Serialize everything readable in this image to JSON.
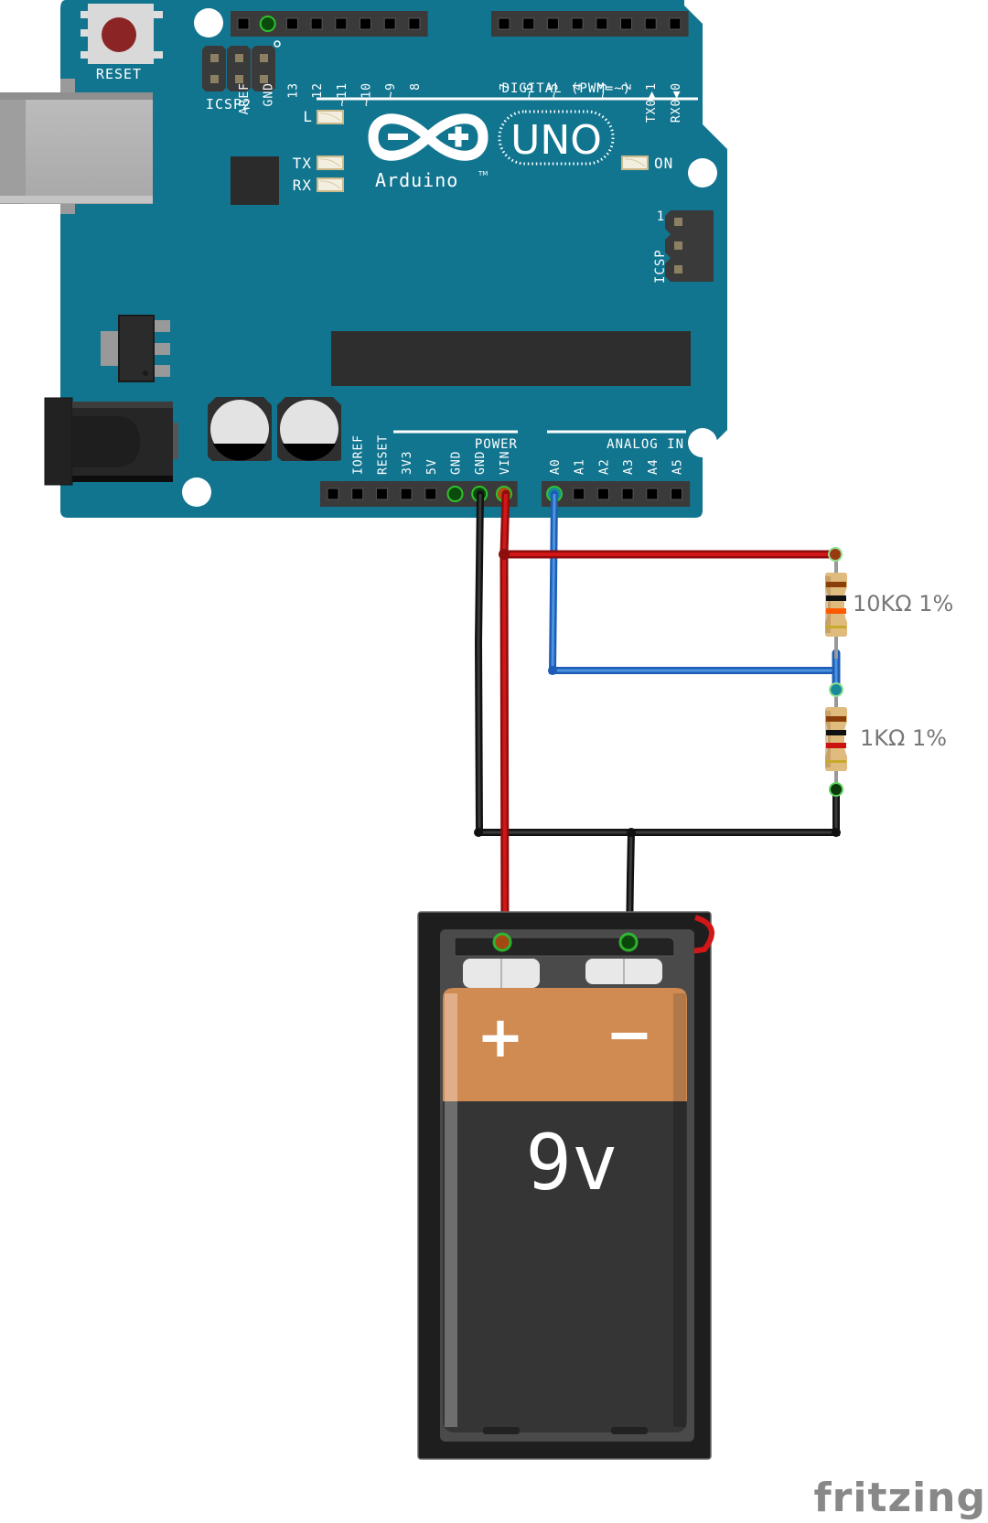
{
  "board": {
    "name": "Arduino",
    "trademark": "TM",
    "model": "UNO",
    "colors": {
      "pcb": "#127590",
      "header": "#3a3a3a",
      "silkscreen": "#ffffff"
    },
    "reset_label": "RESET",
    "icsp2_label": "ICSP2",
    "icsp_label": "ICSP",
    "icsp_pin1": "1",
    "digital_section_label": "DIGITAL (PWM=~)",
    "power_section_label": "POWER",
    "analog_section_label": "ANALOG IN",
    "leds": [
      {
        "id": "L",
        "label": "L"
      },
      {
        "id": "TX",
        "label": "TX"
      },
      {
        "id": "RX",
        "label": "RX"
      },
      {
        "id": "ON",
        "label": "ON"
      }
    ],
    "digital_header_1": [
      "AREF",
      "GND",
      "13",
      "12",
      "~11",
      "~10",
      "~9",
      "8"
    ],
    "digital_header_2": [
      "7",
      "~6",
      "~5",
      "4",
      "~3",
      "2",
      "TX0▶1",
      "RX0◀0"
    ],
    "power_header": [
      "",
      "IOREF",
      "RESET",
      "3V3",
      "5V",
      "GND",
      "GND",
      "VIN"
    ],
    "analog_header": [
      "A0",
      "A1",
      "A2",
      "A3",
      "A4",
      "A5"
    ],
    "connected_pins": [
      "GND (top)",
      "GND (power)",
      "VIN",
      "A0"
    ]
  },
  "resistors": [
    {
      "id": "R1",
      "label": "10KΩ 1%",
      "bands": [
        "#8a3f0a",
        "#111111",
        "#ff5a00",
        "#c8a92a"
      ]
    },
    {
      "id": "R2",
      "label": "1KΩ 1%",
      "bands": [
        "#8a3f0a",
        "#111111",
        "#cc1111",
        "#c8a92a"
      ]
    }
  ],
  "battery": {
    "label": "9v",
    "positive_symbol": "+",
    "negative_symbol": "−",
    "colors": {
      "top": "#d08b52",
      "body": "#353535",
      "holder": "#1e1e1e"
    }
  },
  "wires": [
    {
      "id": "vin-wire",
      "color": "#cc1515",
      "from": "VIN",
      "to": "battery +"
    },
    {
      "id": "vin-to-r1",
      "color": "#cc1515",
      "from": "VIN wire",
      "to": "R1 top"
    },
    {
      "id": "a0-wire",
      "color": "#3a86d6",
      "from": "A0",
      "to": "R1/R2 junction"
    },
    {
      "id": "gnd-wire",
      "color": "#222222",
      "from": "GND",
      "to": "ground bus"
    },
    {
      "id": "r2-gnd",
      "color": "#222222",
      "from": "R2 bottom",
      "to": "ground bus"
    },
    {
      "id": "batt-gnd",
      "color": "#222222",
      "from": "battery −",
      "to": "ground bus"
    }
  ],
  "watermark": "fritzing"
}
